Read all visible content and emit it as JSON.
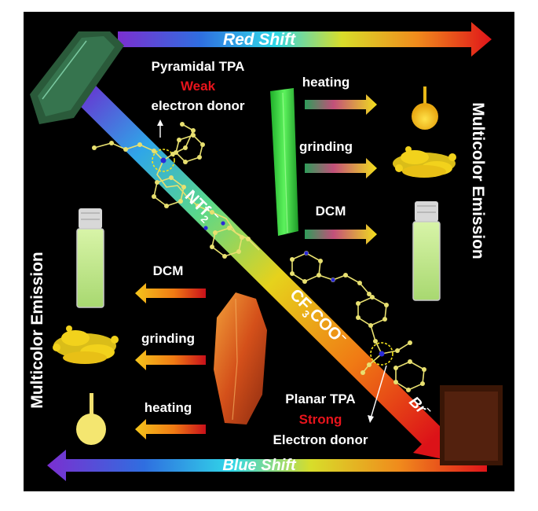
{
  "top_arrow": {
    "label": "Red Shift"
  },
  "bottom_arrow": {
    "label": "Blue Shift"
  },
  "left_side": {
    "label": "Multicolor Emission",
    "processes": [
      "DCM",
      "grinding",
      "heating"
    ]
  },
  "right_side": {
    "label": "Multicolor Emission",
    "processes": [
      "heating",
      "grinding",
      "DCM"
    ]
  },
  "top_left_annotation": {
    "line1": "Pyramidal TPA",
    "line2": "Weak",
    "line3": "electron donor"
  },
  "bottom_right_annotation": {
    "line1": "Planar TPA",
    "line2": "Strong",
    "line3": "Electron donor"
  },
  "diagonal_labels": {
    "ntf_main": "NTf",
    "ntf_sub": "2",
    "ntf_sup": "−",
    "cf_pre": "CF",
    "cf_sub": "3",
    "cf_post": "COO",
    "cf_sup": "−",
    "br_main": "Br",
    "br_sup": "−"
  },
  "colors": {
    "background": "#000000",
    "weak_strong": "#e8141c",
    "label_white": "#ffffff",
    "crystal_green": "#39e639",
    "crystal_orange": "#e0641a",
    "yellow_solid": "#f2cf1c"
  }
}
